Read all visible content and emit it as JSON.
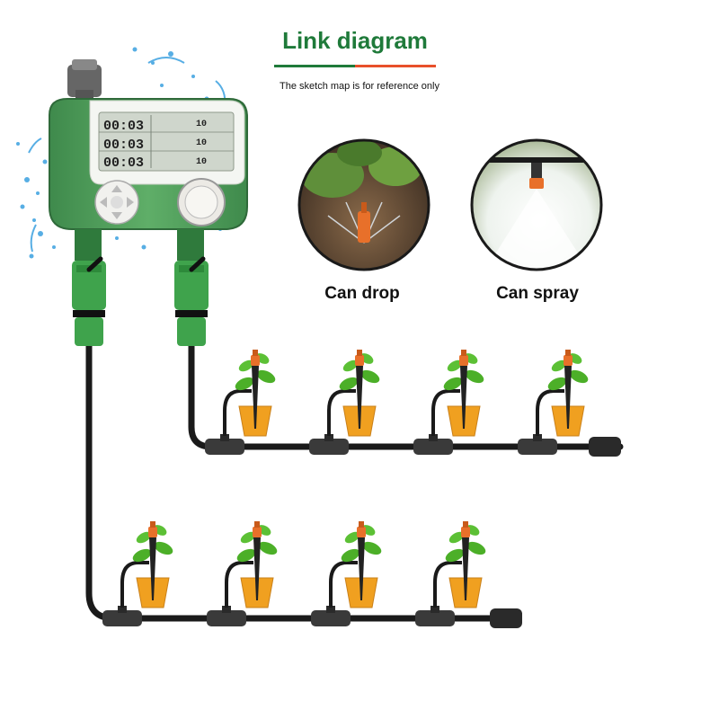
{
  "header": {
    "title": "Link diagram",
    "subtitle": "The sketch map is for reference only"
  },
  "insets": [
    {
      "caption": "Can drop"
    },
    {
      "caption": "Can spray"
    }
  ],
  "timer": {
    "rows": [
      {
        "time": "00:03",
        "value": "10"
      },
      {
        "time": "00:03",
        "value": "10"
      },
      {
        "time": "00:03",
        "value": "10"
      }
    ]
  },
  "colors": {
    "title_green": "#1f7a3a",
    "accent_orange": "#e8502a",
    "timer_body_green": "#4f9a5a",
    "pipe": "#1a1a1a",
    "pot_orange": "#f0a020",
    "plant_green": "#4caf28",
    "water_blue": "#3aa0e0"
  },
  "icons": {
    "timer": "water-timer-icon",
    "emitter": "drip-emitter-icon",
    "plant": "potted-plant-icon"
  },
  "layout_model": {
    "top_line_emitters": 4,
    "bottom_line_emitters": 4
  }
}
